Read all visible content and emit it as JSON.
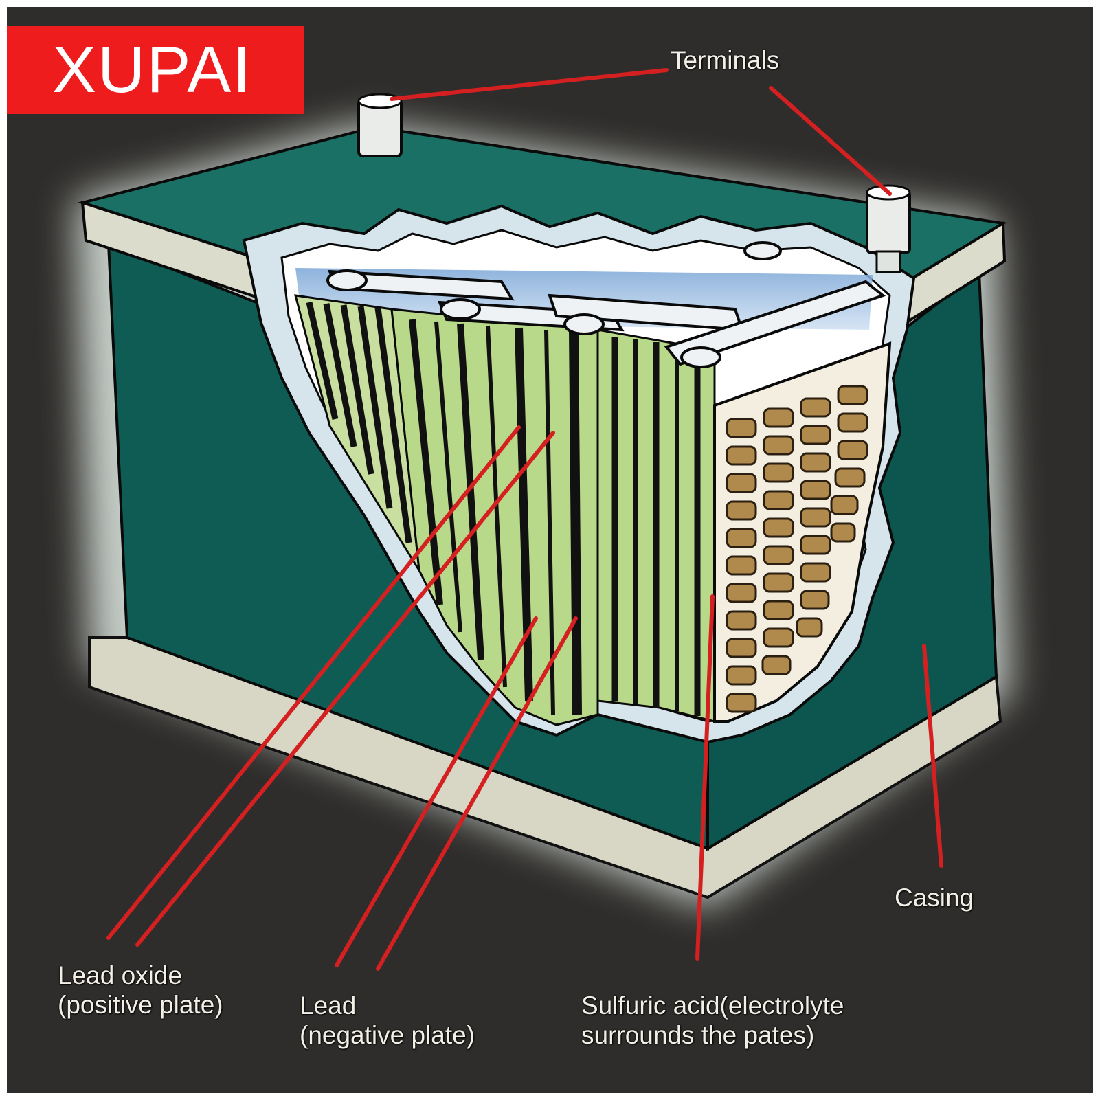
{
  "brand": {
    "text": "XUPAI",
    "color": "#ee1c1c"
  },
  "labels": {
    "terminals": "Terminals",
    "casing": "Casing",
    "lead_oxide_line1": "Lead oxide",
    "lead_oxide_line2": "(positive plate)",
    "lead_line1": "Lead",
    "lead_line2": "(negative plate)",
    "acid_line1": "Sulfuric acid(electrolyte",
    "acid_line2": "surrounds the pates)"
  },
  "colors": {
    "background": "#2f2d2b",
    "casing": "#0f5c55",
    "casing_top": "#1b7065",
    "leader_lines": "#d42020",
    "glow": "#e8efe9",
    "plate_green": "#b9d98a",
    "grid_paste": "#b08a4c"
  }
}
